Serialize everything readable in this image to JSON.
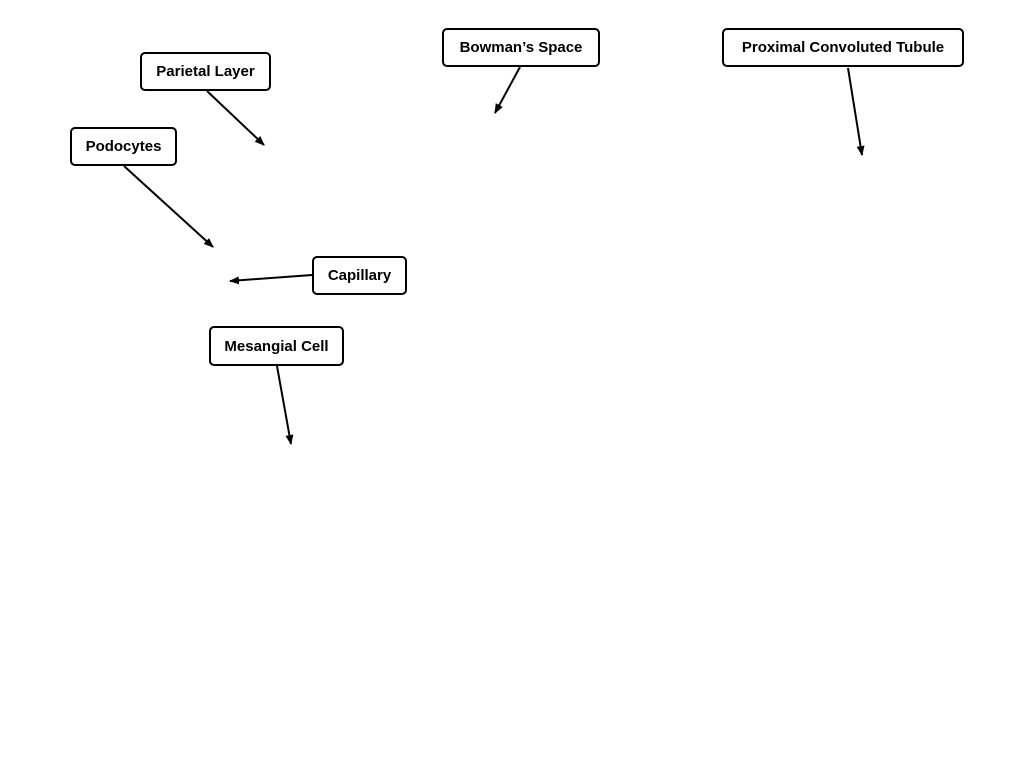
{
  "labels": {
    "parietal_layer": "Parietal Layer",
    "bowmans_space": "Bowman’s Space",
    "proximal_convoluted_tubule": "Proximal Convoluted Tubule",
    "podocytes": "Podocytes",
    "capillary": "Capillary",
    "mesangial_cell": "Mesangial Cell"
  },
  "colors": {
    "stroke": "#000000",
    "background": "#ffffff"
  }
}
